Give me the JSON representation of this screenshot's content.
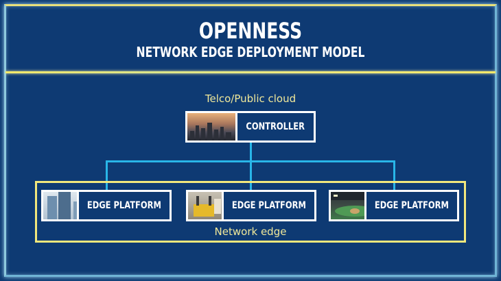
{
  "header": {
    "title": "OPENNESS",
    "subtitle": "NETWORK EDGE DEPLOYMENT MODEL"
  },
  "diagram": {
    "cloud_label": "Telco/Public cloud",
    "controller_label": "CONTROLLER",
    "edge_platforms": [
      {
        "label": "EDGE PLATFORM",
        "photo": "office-building-photo"
      },
      {
        "label": "EDGE PLATFORM",
        "photo": "forklift-warehouse-photo"
      },
      {
        "label": "EDGE PLATFORM",
        "photo": "stadium-photo"
      }
    ],
    "network_edge_label": "Network edge"
  },
  "colors": {
    "background": "#0e3a73",
    "accent_yellow": "#f1e77c",
    "connector_blue": "#29b6e8",
    "box_fill": "#0e3a73",
    "box_border": "#ffffff"
  }
}
